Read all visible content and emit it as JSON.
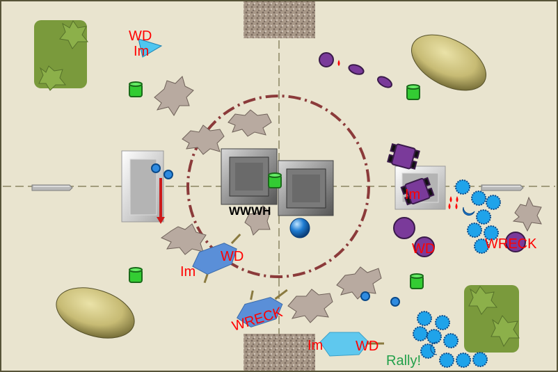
{
  "labels": {
    "wd_top_left": "WD",
    "im_top_left": "Im",
    "wwwh": "WWWH",
    "im_right": "Im",
    "wd_right": "WD",
    "wreck_right": "WRECK",
    "wd_left": "WD",
    "im_left": "Im",
    "wreck_bottom": "WRECK",
    "im_bottom": "Im",
    "wd_bottom": "WD",
    "rally": "Rally!"
  },
  "colors": {
    "board": "#e9e4cf",
    "border": "#575338",
    "grass": "#7a9a3c",
    "objective": "#8b3a3a",
    "status_text": "#ff0000",
    "rally_text": "#22a04a",
    "blue_team": "#2f8be0",
    "purple_team": "#7a3a9a"
  }
}
